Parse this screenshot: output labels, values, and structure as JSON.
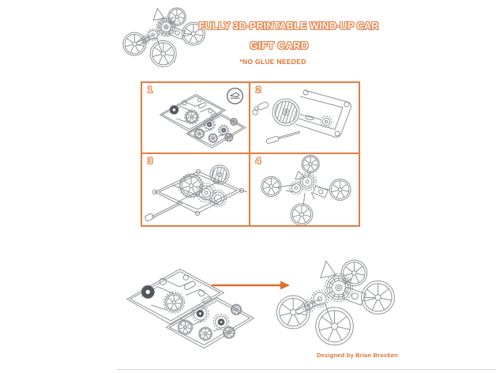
{
  "colors": {
    "accent": "#e87c3e",
    "accent_dark": "#de6f2c",
    "line_art": "#8f9398",
    "divider": "#d8d8d8",
    "background": "#ffffff"
  },
  "header": {
    "title_line_1": "FULLY 3D-PRINTABLE WIND-UP CAR",
    "title_line_2": "GIFT CARD",
    "note": "*NO GLUE NEEDED",
    "hero_illustration": "assembled-wind-up-car-line-art"
  },
  "instructions": {
    "steps": [
      {
        "number": "1",
        "illustration": "printed-part-cards",
        "tool_icon": "hobby-knife-icon"
      },
      {
        "number": "2",
        "illustration": "chassis-and-axles-exploded"
      },
      {
        "number": "3",
        "illustration": "gear-train-on-chassis"
      },
      {
        "number": "4",
        "illustration": "wheels-mounting-exploded"
      }
    ]
  },
  "result_row": {
    "before_illustration": "printed-part-cards",
    "arrow_icon": "right-arrow",
    "after_illustration": "assembled-wind-up-car-line-art"
  },
  "footer": {
    "credit": "Designed by Brian Brocken"
  }
}
